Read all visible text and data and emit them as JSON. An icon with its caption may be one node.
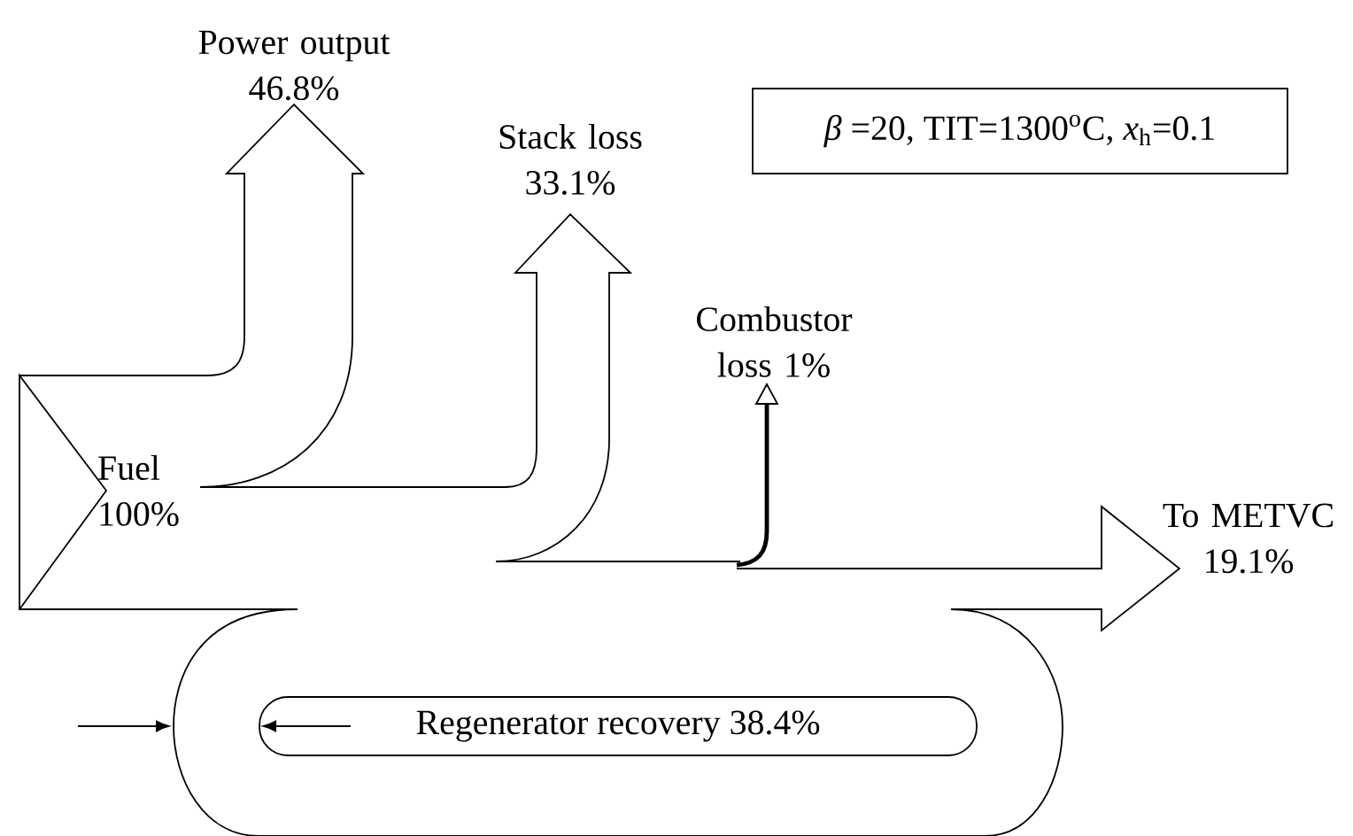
{
  "diagram": {
    "nodes": [
      {
        "text": [
          "*β* =20, TIT=1300$^{o}$C, *x*$_{h}$=0.1"
        ]
      },
      {
        "text": [
          "Regenerator recovery 38.4%"
        ]
      }
    ],
    "labels": [
      "Power output 46.8%",
      "Stack loss 33.1%",
      "Combustor loss 1%",
      "Fuel 100%",
      "To METVC 19.1%"
    ]
  }
}
